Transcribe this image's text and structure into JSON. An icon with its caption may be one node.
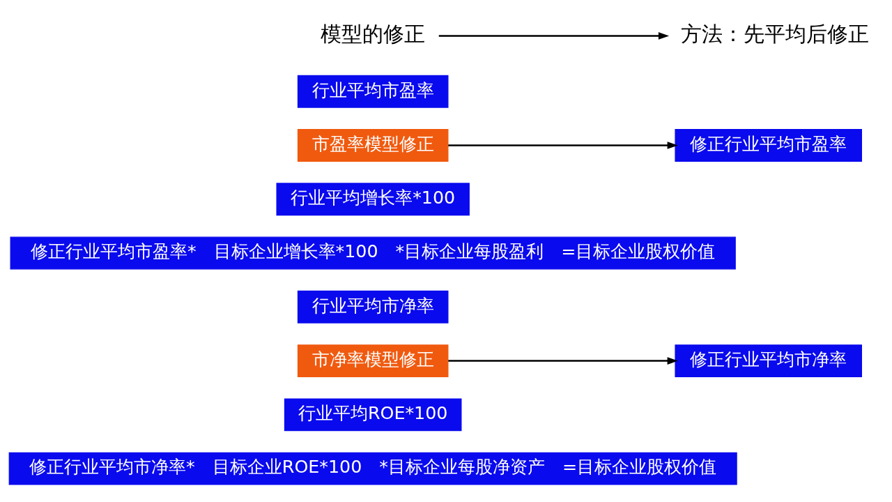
{
  "diagram": {
    "nodes": [
      {
        "text": [
          "模型的修正"
        ]
      },
      {
        "text": [
          "方法：先平均后修正"
        ]
      },
      {
        "text": [
          "市盈率模型修正"
        ]
      },
      {
        "text": [
          "行业平均市盈率"
        ]
      },
      {
        "text": [
          "行业平均增长率*100"
        ]
      },
      {
        "text": [
          "修正行业平均市盈率"
        ]
      },
      {
        "text": [
          "修正行业平均市盈率*　目标企业增长率*100　*目标企业每股盈利　=目标企业股权价值"
        ]
      },
      {
        "text": [
          "市净率模型修正"
        ]
      },
      {
        "text": [
          "行业平均市净率"
        ]
      },
      {
        "text": [
          "行业平均ROE*100"
        ]
      },
      {
        "text": [
          "修正行业平均市净率"
        ]
      },
      {
        "text": [
          "修正行业平均市净率*　目标企业ROE*100　*目标企业每股净资产　=目标企业股权价值"
        ]
      }
    ],
    "edges": [
      {
        "from": 0,
        "to": 1,
        "arrow": "to"
      },
      {
        "from": 2,
        "to": 5,
        "arrow": "to"
      },
      {
        "from": 7,
        "to": 10,
        "arrow": "to"
      }
    ]
  }
}
